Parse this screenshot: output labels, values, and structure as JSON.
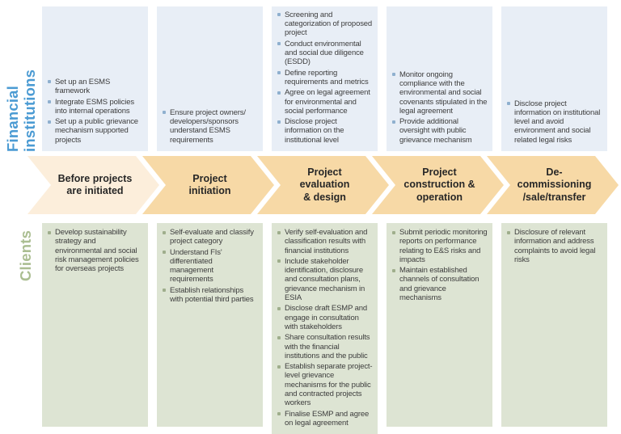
{
  "fi": {
    "label": "Financial\ninstitutions",
    "cols": [
      {
        "items": [
          "Set up an ESMS framework",
          "Integrate ESMS policies into internal operations",
          "Set up a public grievance mechanism supported projects"
        ]
      },
      {
        "items": [
          "Ensure project owners/ developers/sponsors understand ESMS requirements"
        ]
      },
      {
        "items": [
          "Screening and categorization of proposed project",
          "Conduct environmental and social due diligence (ESDD)",
          "Define reporting requirements and metrics",
          "Agree on legal agreement for environmental and social performance",
          "Disclose project information on the institutional level"
        ]
      },
      {
        "items": [
          "Monitor ongoing compliance with the environmental and social covenants stipulated in the legal agreement",
          "Provide additional oversight with public grievance mechanism"
        ]
      },
      {
        "items": [
          "Disclose project information on institutional level and avoid environment and social related legal risks"
        ]
      }
    ]
  },
  "clients": {
    "label": "Clients",
    "cols": [
      {
        "items": [
          "Develop sustainability strategy and environmental and social risk management policies for overseas projects"
        ]
      },
      {
        "items": [
          "Self-evaluate and classify project category",
          "Understand FIs' differentiated management requirements",
          "Establish relationships with potential third parties"
        ]
      },
      {
        "items": [
          "Verify self-evaluation and classification results with financial institutions",
          "Include stakeholder identification, disclosure and consultation plans, grievance mechanism in ESIA",
          "Disclose draft ESMP and engage in consultation with stakeholders",
          "Share consultation results with the financial institutions and the public",
          "Establish separate project-level grievance mechanisms for the public and contracted projects workers",
          "Finalise ESMP and agree on legal agreement"
        ]
      },
      {
        "items": [
          "Submit periodic monitoring reports on performance relating to E&S risks and impacts",
          "Maintain established channels of consultation and grievance mechanisms"
        ]
      },
      {
        "items": [
          "Disclosure of relevant information and address complaints to avoid legal risks"
        ]
      }
    ]
  },
  "phases": [
    {
      "label": "Before projects\nare initiated"
    },
    {
      "label": "Project\ninitiation"
    },
    {
      "label": "Project\nevaluation\n& design"
    },
    {
      "label": "Project\nconstruction &\noperation"
    },
    {
      "label": "De-\ncommissioning\n/sale/transfer"
    }
  ],
  "colors": {
    "fi_box": "#e8eef6",
    "client_box": "#dde4d3",
    "arrow_first": "#fceedb",
    "arrow_rest": "#f7d9a6",
    "fi_label": "#4b9bd3",
    "client_label": "#abbe92",
    "text": "#3d3d3d",
    "arrow_text": "#272727",
    "fi_bullet": "#8fb0cf",
    "client_bullet": "#9fae8c"
  }
}
